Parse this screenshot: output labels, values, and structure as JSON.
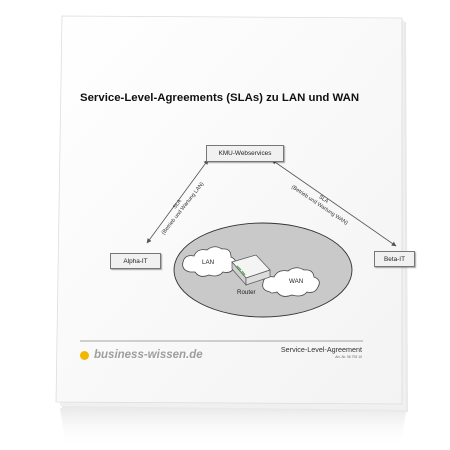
{
  "document": {
    "title": "Service-Level-Agreements (SLAs) zu LAN und WAN",
    "footer_right_title": "Service-Level-Agreement",
    "footer_right_id": "Art.-Nr. 06 793 10",
    "brand": "business-wissen.de"
  },
  "diagram": {
    "top_node": "KMU-Webservices",
    "left_node": "Alpha-IT",
    "right_node": "Beta-IT",
    "left_link_line1": "SLA",
    "left_link_line2": "(Betrieb und Wartung LAN)",
    "right_link_line1": "SLA",
    "right_link_line2": "(Betrieb und Wartung WAN)",
    "cloud_lan": "LAN",
    "cloud_wan": "WAN",
    "router_label": "Router"
  },
  "colors": {
    "brand_dot": "#f1b800",
    "brand_text": "#9e9e9e",
    "ellipse_fill": "#c9c9c9"
  }
}
